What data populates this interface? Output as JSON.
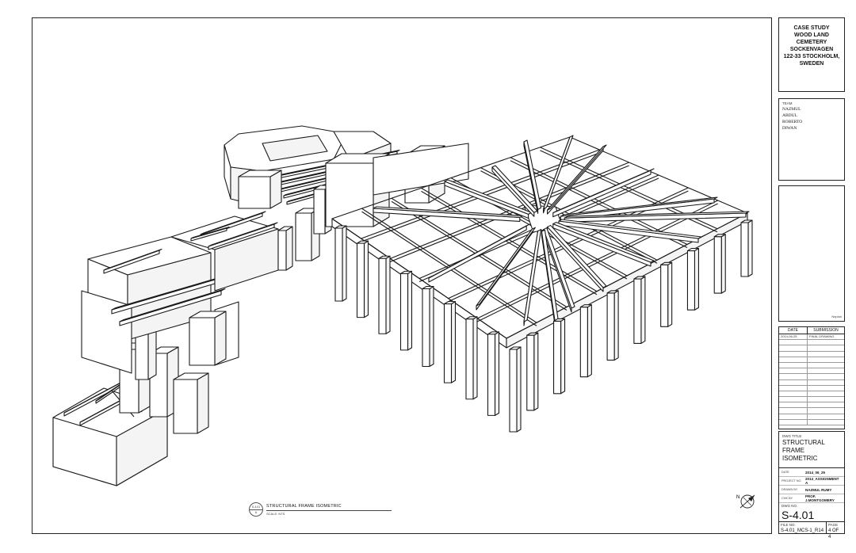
{
  "project": {
    "lines": [
      "CASE STUDY",
      "WOOD LAND",
      "CEMETERY",
      "SOCKENVAGEN",
      "122-33 STOCKHOLM,",
      "SWEDEN"
    ]
  },
  "team": {
    "label": "TEAM",
    "members": [
      "NAZMUL",
      "ABDUL",
      "ROBERTO",
      "DIWAN"
    ]
  },
  "notes": {
    "label": "Neplan"
  },
  "revisions": {
    "headers": {
      "date": "DATE",
      "submission": "SUBMISSION"
    },
    "rows": [
      {
        "date": "2014-06-25",
        "submission": "FINAL DRAWING"
      }
    ]
  },
  "sheet": {
    "title_label": "DWG TITLE",
    "title_lines": [
      "STRUCTURAL",
      "FRAME ISOMETRIC"
    ],
    "info": [
      {
        "label": "DATE",
        "value": "2014_06_25"
      },
      {
        "label": "PROJECT NO.",
        "value": "2014_ASSIGNMENT A"
      },
      {
        "label": "DRAWN BY",
        "value": "NAZMUL RUMY"
      },
      {
        "label": "CHK BY",
        "value": "PROF. J.MONTGOMERY"
      }
    ],
    "number_label": "DWG NO.",
    "number": "S-4.01",
    "file_label": "FILE NO.",
    "file_value": "S-4.01_MCS-1_R14",
    "page_label": "PAGE",
    "page_value": "4 OF 4"
  },
  "caption": {
    "bubble_top": "S-4.01",
    "bubble_bottom": "A",
    "title": "STRUCTURAL FRAME ISOMETRIC",
    "scale": "SCALE: NTS"
  },
  "north_arrow": {
    "letter": "N"
  }
}
